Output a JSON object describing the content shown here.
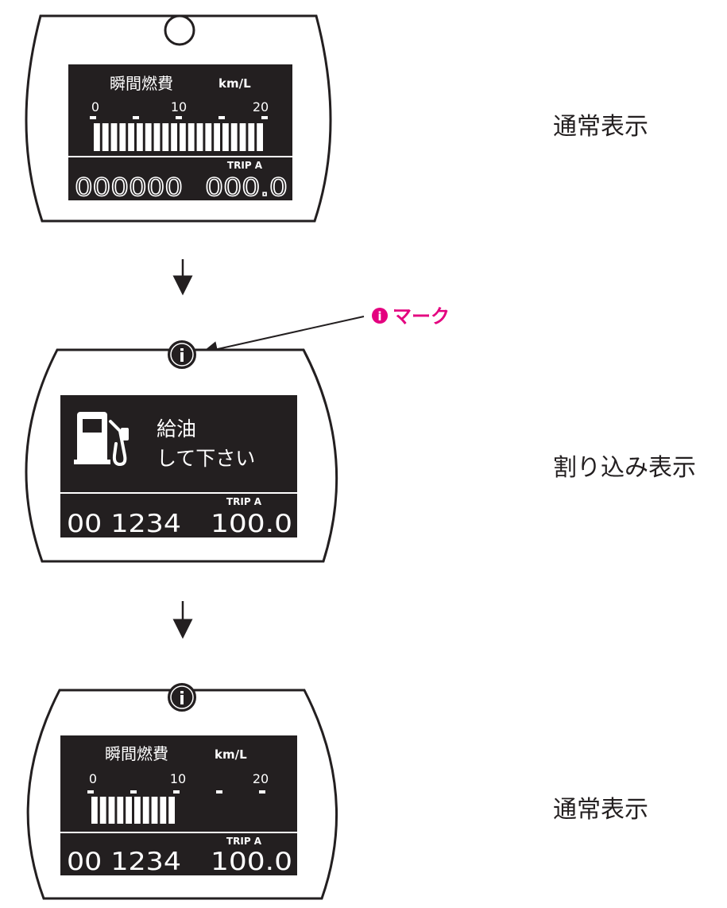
{
  "colors": {
    "screen": "#231f20",
    "outline": "#231f20",
    "lcd_text": "#ffffff",
    "annotation": "#e4007f"
  },
  "stages": [
    {
      "label": "通常表示",
      "title": "瞬間燃費",
      "unit": "km/L",
      "scale": [
        "0",
        "10",
        "20"
      ],
      "gauge_level": 20,
      "odometer": "000000",
      "trip_label": "TRIP A",
      "trip_value": "000.0"
    },
    {
      "label": "割り込み表示",
      "message_line1": "給油",
      "message_line2": "して下さい",
      "icon": "fuel-pump-icon",
      "odometer": "00 1234",
      "trip_label": "TRIP A",
      "trip_value": "100.0"
    },
    {
      "label": "通常表示",
      "title": "瞬間燃費",
      "unit": "km/L",
      "scale": [
        "0",
        "10",
        "20"
      ],
      "gauge_level": 10,
      "odometer": "00 1234",
      "trip_label": "TRIP A",
      "trip_value": "100.0"
    }
  ],
  "annotation": {
    "text": "マーク",
    "icon": "info-icon"
  }
}
